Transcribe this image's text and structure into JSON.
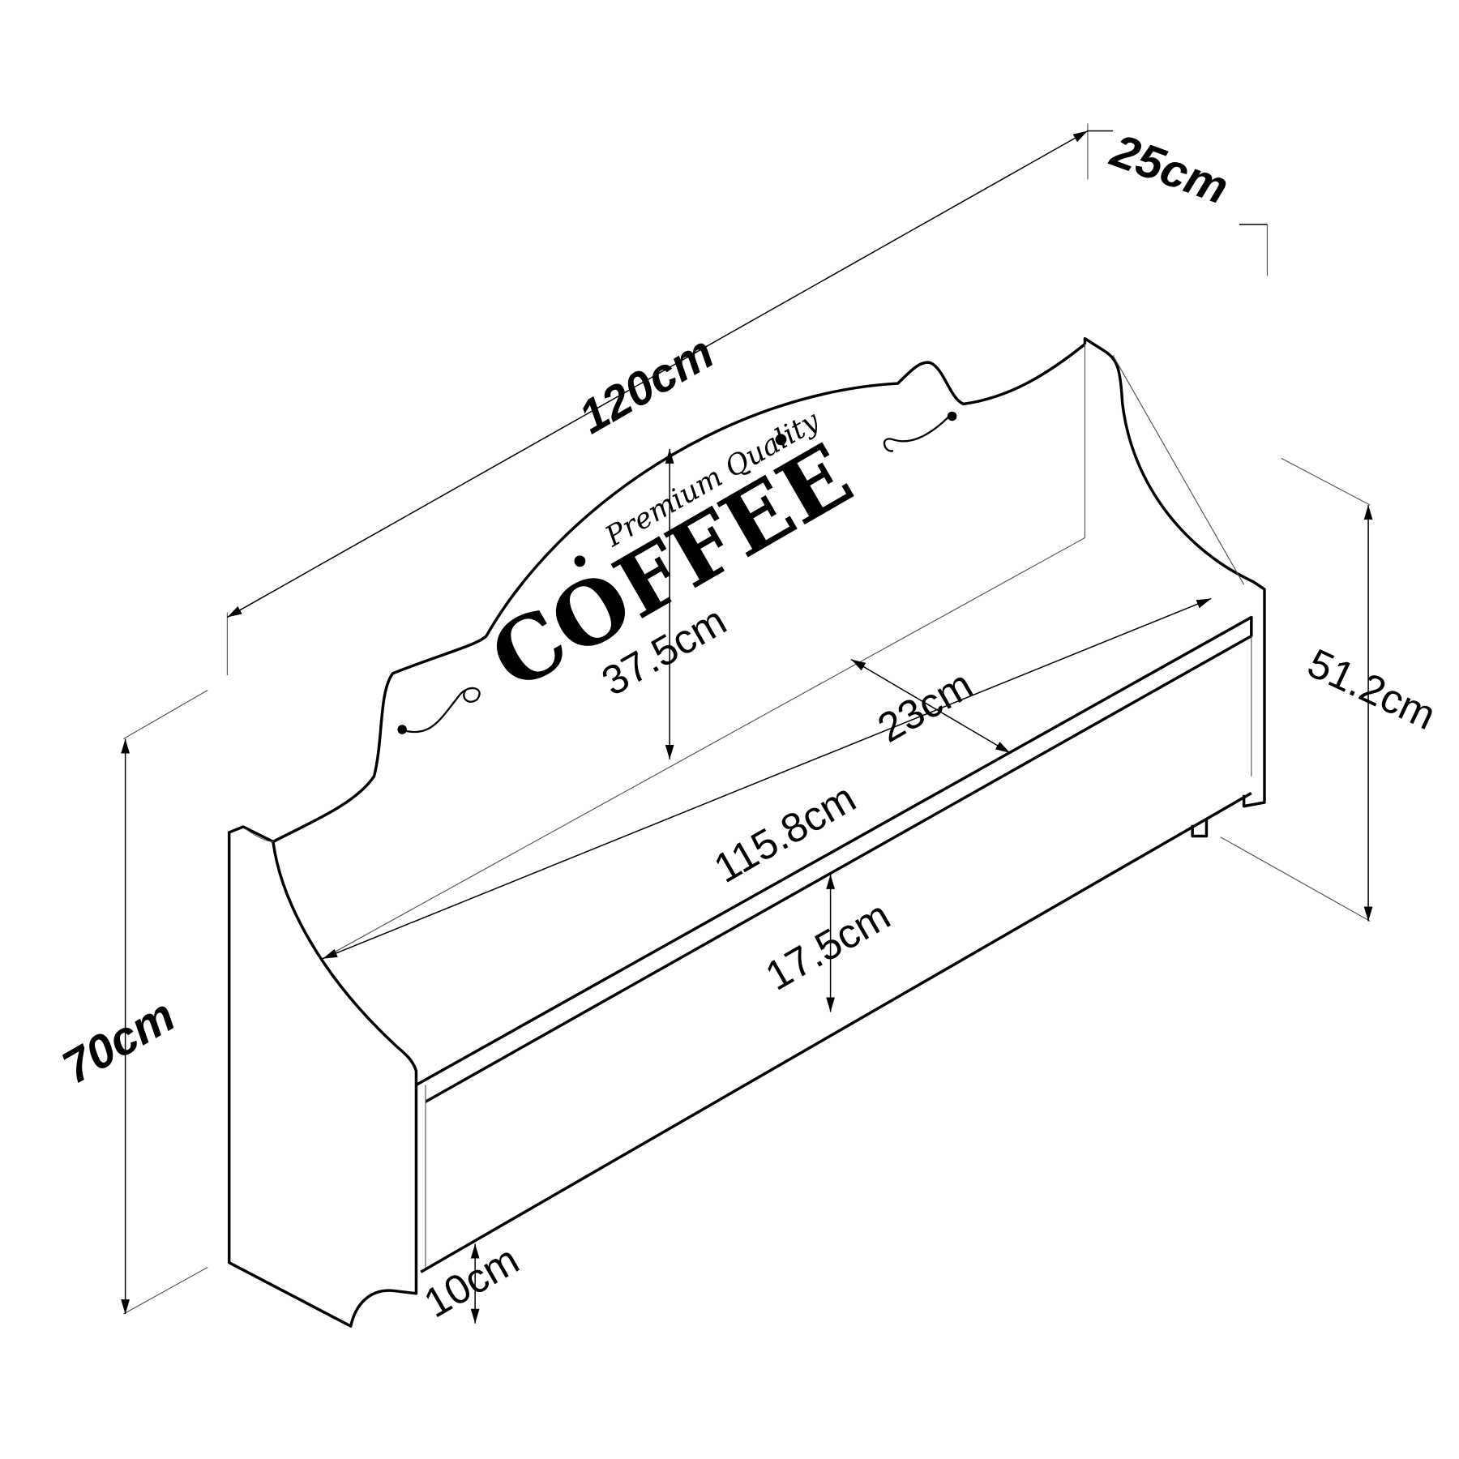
{
  "product": {
    "brand_small": "Premium Quality",
    "brand_large": "COFFEE"
  },
  "dimensions": {
    "depth": "25cm",
    "width": "120cm",
    "backboard_height": "37.5cm",
    "shelf_depth": "23cm",
    "side_height": "51.2cm",
    "inner_width": "115.8cm",
    "shelf_gap": "17.5cm",
    "total_height": "70cm",
    "bottom_cutout": "10cm"
  },
  "colors": {
    "line": "#000000",
    "background": "#ffffff"
  }
}
